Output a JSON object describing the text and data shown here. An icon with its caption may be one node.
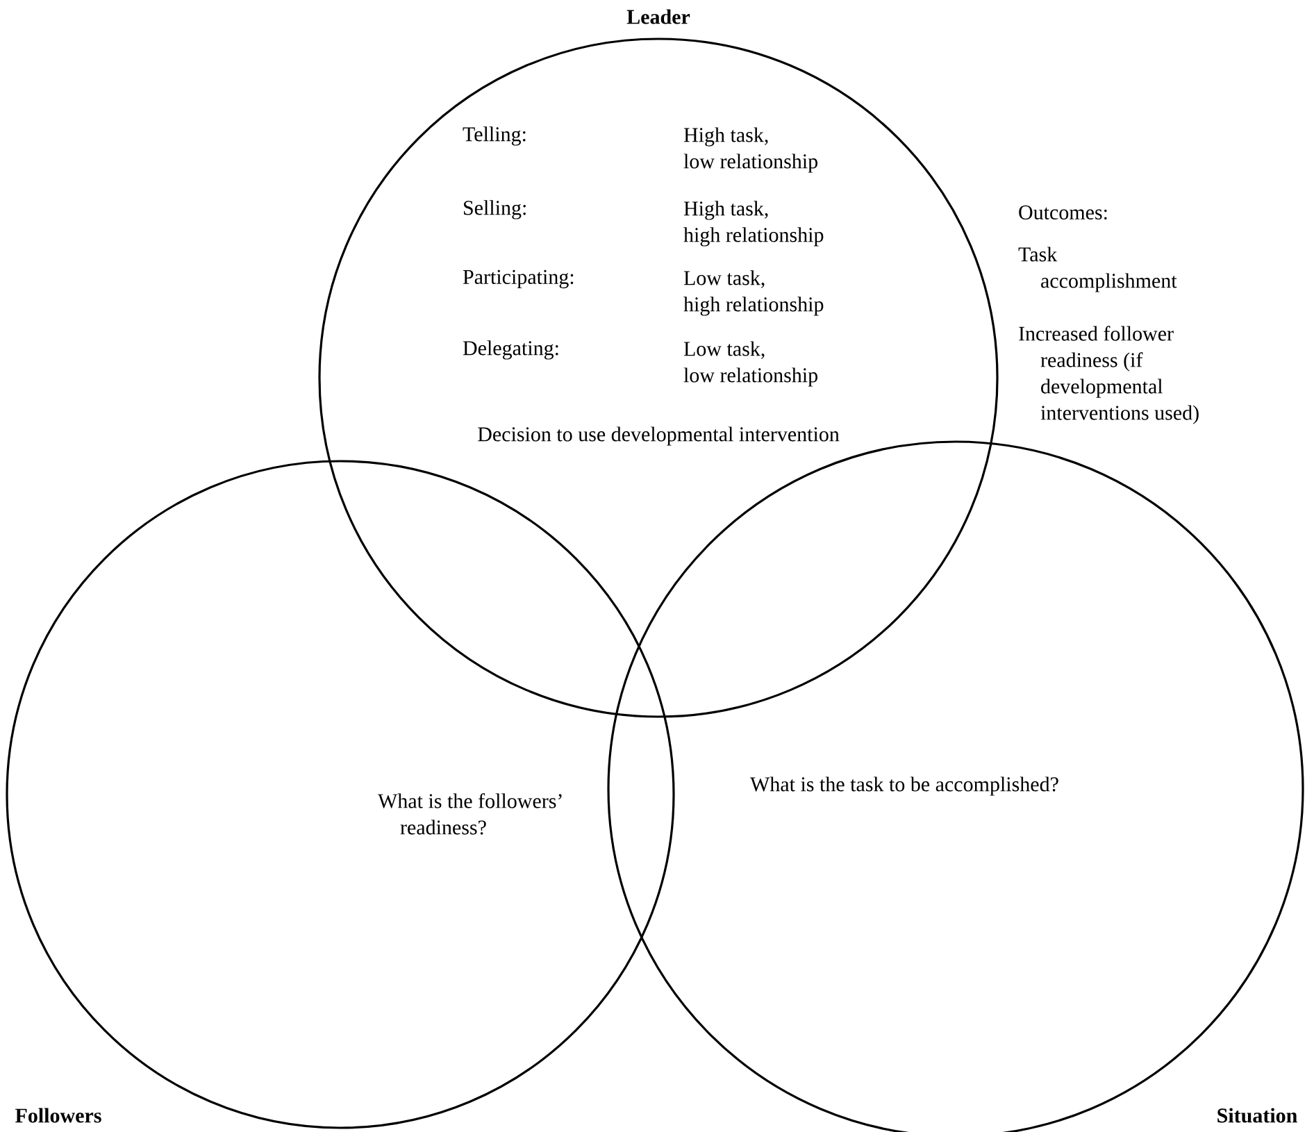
{
  "diagram": {
    "nodes": [
      {
        "text": [
          "Leader",
          "Telling:",
          "High task, low relationship",
          "Selling:",
          "High task, high relationship",
          "Participating:",
          "Low task, high relationship",
          "Delegating:",
          "Low task, low relationship",
          "Decision to use developmental intervention"
        ]
      },
      {
        "text": [
          "Followers",
          "What is the followers’ readiness?"
        ]
      },
      {
        "text": [
          "Situation",
          "What is the task to be accomplished?"
        ]
      }
    ],
    "labels": [
      "Outcomes:",
      "Task accomplishment",
      "Increased follower readiness (if developmental interventions used)"
    ]
  }
}
